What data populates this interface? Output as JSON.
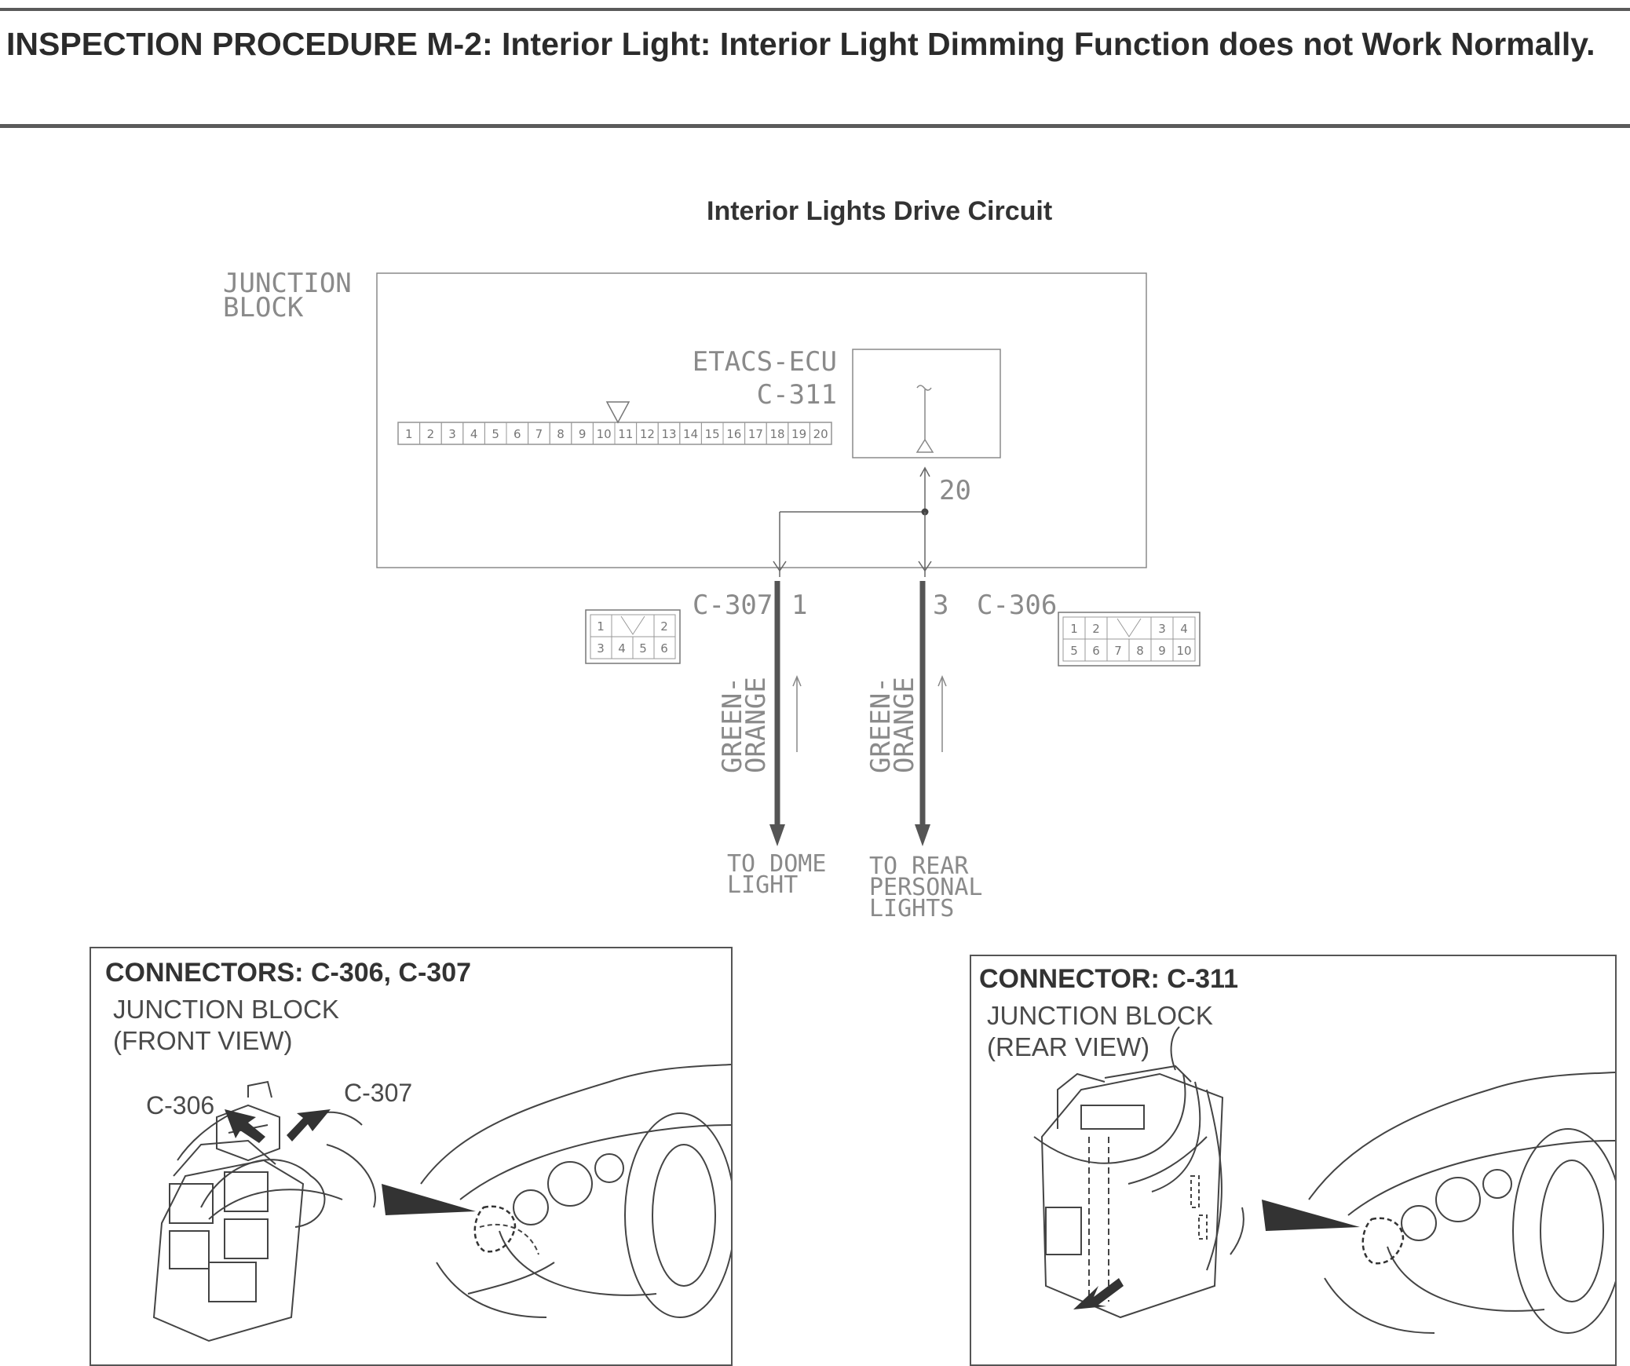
{
  "header": {
    "title": "INSPECTION PROCEDURE M-2: Interior Light: Interior Light Dimming Function does not Work Normally."
  },
  "diagram": {
    "title": "Interior Lights Drive Circuit",
    "junction_block_label": [
      "JUNCTION",
      "BLOCK"
    ],
    "ecu_label": [
      "ETACS-ECU",
      "C-311"
    ],
    "c311_pins": [
      "1",
      "2",
      "3",
      "4",
      "5",
      "6",
      "7",
      "8",
      "9",
      "10",
      "11",
      "12",
      "13",
      "14",
      "15",
      "16",
      "17",
      "18",
      "19",
      "20"
    ],
    "ecu_terminal": "20",
    "c307": {
      "name": "C-307",
      "terminal": "1",
      "pins_top": [
        "1",
        "2"
      ],
      "pins_bottom": [
        "3",
        "4",
        "5",
        "6"
      ]
    },
    "c306": {
      "name": "C-306",
      "terminal": "3",
      "pins_top": [
        "1",
        "2",
        "3",
        "4"
      ],
      "pins_bottom": [
        "5",
        "6",
        "7",
        "8",
        "9",
        "10"
      ]
    },
    "wire_left_color": [
      "GREEN-",
      "ORANGE"
    ],
    "wire_right_color": [
      "GREEN-",
      "ORANGE"
    ],
    "dest_left": [
      "TO DOME",
      "LIGHT"
    ],
    "dest_right": [
      "TO REAR",
      "PERSONAL",
      "LIGHTS"
    ]
  },
  "panels": {
    "left": {
      "heading": "CONNECTORS: C-306, C-307",
      "subtitle": [
        "JUNCTION BLOCK",
        "(FRONT VIEW)"
      ],
      "callout_a": "C-306",
      "callout_b": "C-307"
    },
    "right": {
      "heading": "CONNECTOR: C-311",
      "subtitle": [
        "JUNCTION BLOCK",
        "(REAR VIEW)"
      ]
    }
  }
}
